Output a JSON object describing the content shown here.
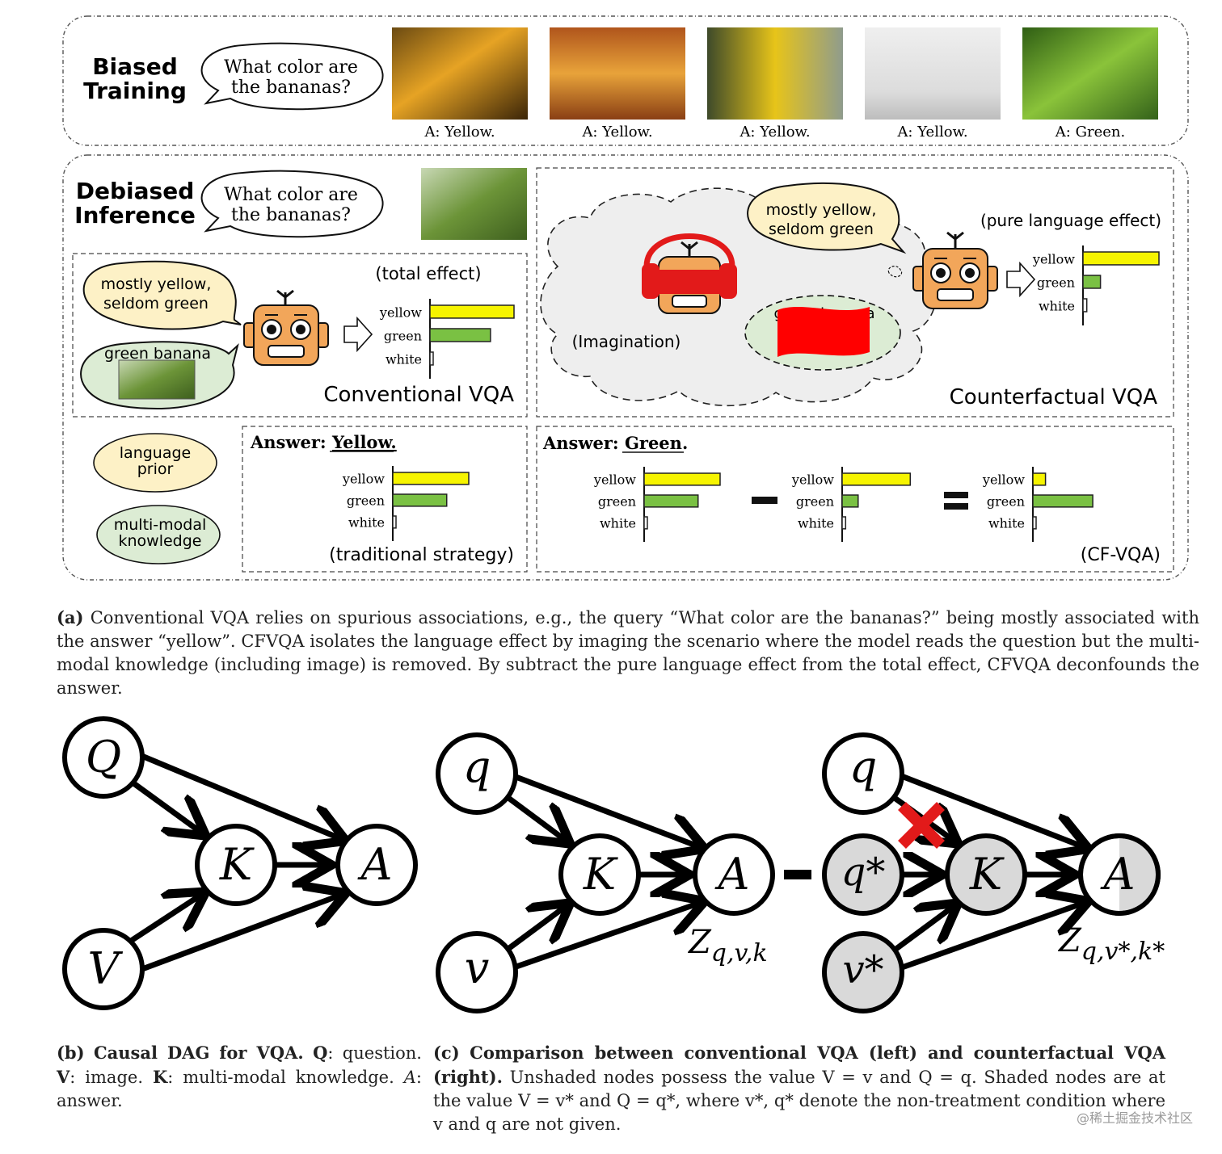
{
  "top": {
    "biased": {
      "title_line1": "Biased",
      "title_line2": "Training",
      "question_line1": "What color are",
      "question_line2": "the bananas?",
      "captions": [
        "A: Yellow.",
        "A: Yellow.",
        "A: Yellow.",
        "A: Yellow.",
        "A: Green."
      ]
    },
    "debiased": {
      "title_line1": "Debiased",
      "title_line2": "Inference",
      "question_line1": "What color are",
      "question_line2": "the bananas?",
      "prior_line1": "mostly yellow,",
      "prior_line2": "seldom green",
      "knowledge_label": "green banana",
      "total_effect": "(total effect)",
      "conventional_label": "Conventional VQA",
      "pure_language_effect": "(pure language effect)",
      "imagination": "(Imagination)",
      "counterfactual_label": "Counterfactual VQA",
      "legend_language_prior_line1": "language",
      "legend_language_prior_line2": "prior",
      "legend_knowledge_line1": "multi-modal",
      "legend_knowledge_line2": "knowledge",
      "answer_prefix": "Answer:",
      "answer_traditional": "Yellow.",
      "traditional_strategy": "(traditional strategy)",
      "answer_cf": "Green.",
      "cfvqa": "(CF-VQA)",
      "bar_labels": [
        "yellow",
        "green",
        "white"
      ]
    },
    "bars": {
      "conventional": [
        1.0,
        0.72,
        0.03
      ],
      "counterfactual": [
        1.0,
        0.23,
        0.05
      ],
      "traditional": [
        1.0,
        0.71,
        0.03
      ],
      "cf_total": [
        1.0,
        0.71,
        0.03
      ],
      "cf_language": [
        0.98,
        0.23,
        0.05
      ],
      "cf_result": [
        0.2,
        0.95,
        0.04
      ]
    },
    "caption_a": {
      "label": "(a)",
      "text": "Conventional VQA relies on spurious associations, e.g., the query “What color are the bananas?” being mostly associated with the answer “yellow”. CFVQA isolates the language effect by imaging the scenario where the model reads the question but the multi-modal knowledge (including image) is removed. By subtract the pure language effect from the total effect, CFVQA deconfounds the answer."
    }
  },
  "dag_b": {
    "nodes": {
      "Q": "Q",
      "K": "K",
      "A": "A",
      "V": "V"
    },
    "caption": {
      "label": "(b)",
      "title": "Causal DAG for VQA.",
      "q_key": "Q",
      "q_text": ": question.",
      "v_key": "V",
      "v_text": ": image.",
      "k_key": "K",
      "k_text": ": multi-modal knowledge.",
      "a_key": "A",
      "a_text": ": answer."
    }
  },
  "dag_c": {
    "left_nodes": {
      "q": "q",
      "K": "K",
      "A": "A",
      "v": "v"
    },
    "left_z": "Z",
    "left_z_sub": "q,v,k",
    "minus": "−",
    "right_nodes": {
      "q": "q",
      "q_star": "q*",
      "K": "K",
      "A": "A",
      "v_star": "v*"
    },
    "right_z": "Z",
    "right_z_sub": "q,v*,k*",
    "caption": {
      "label": "(c)",
      "title": "Comparison between conventional VQA (left) and counterfactual VQA (right).",
      "text": "Unshaded nodes possess the value V = v and Q = q. Shaded nodes are at the value V = v*  and Q = q*, where v*, q* denote the non-treatment condition where v and q are not given."
    }
  },
  "watermark": "@稀土掘金技术社区",
  "colors": {
    "yellow_bar": "#f6f400",
    "green_bar": "#7ac143",
    "prior_fill": "#fdf1c6",
    "knowledge_fill": "#dcecd4",
    "cloud_fill": "#eeeeee",
    "shaded_node": "#d9d9d9",
    "cross": "#e21a1a",
    "robot": "#f2a65a"
  }
}
